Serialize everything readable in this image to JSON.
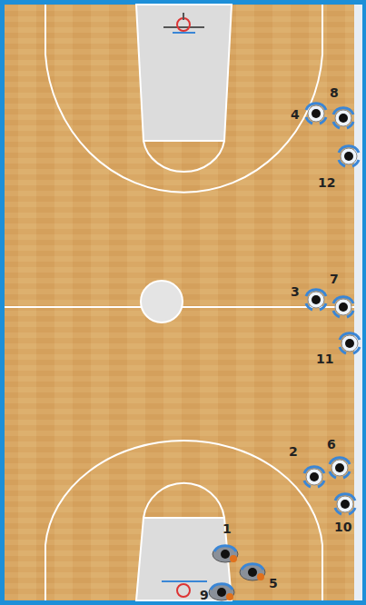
{
  "diagram": {
    "labels": [
      "4",
      "8",
      "12",
      "3",
      "7",
      "11",
      "2",
      "6",
      "10",
      "1",
      "5",
      "9"
    ]
  }
}
